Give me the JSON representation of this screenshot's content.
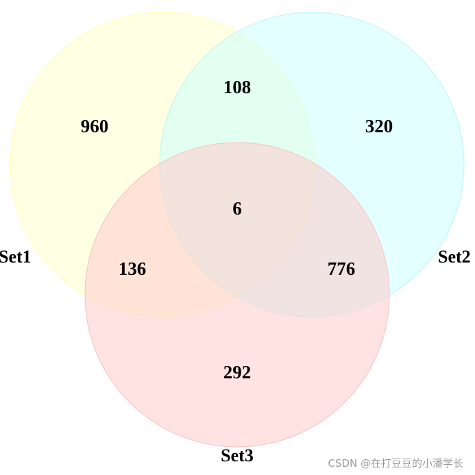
{
  "diagram": {
    "type": "venn-3",
    "sets": [
      {
        "name": "Set1",
        "color": "#ffffcc"
      },
      {
        "name": "Set2",
        "color": "#ccffff"
      },
      {
        "name": "Set3",
        "color": "#ffcccc"
      }
    ],
    "regions": {
      "only_set1": "960",
      "only_set2": "320",
      "only_set3": "292",
      "set1_set2": "108",
      "set1_set3": "136",
      "set2_set3": "776",
      "all_three": "6"
    }
  },
  "watermark": "CSDN @在打豆豆的小潘学长"
}
